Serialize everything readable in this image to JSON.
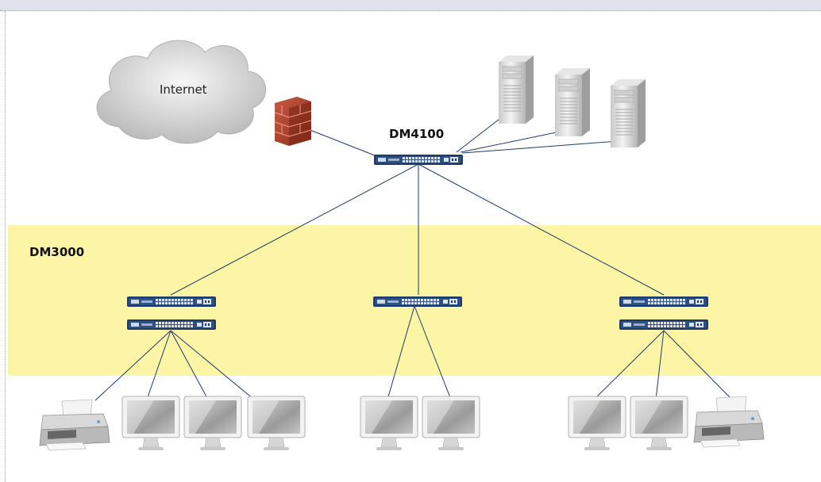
{
  "diagram": {
    "cloud_label": "Internet",
    "core_switch_label": "DM4100",
    "access_layer_label": "DM3000"
  },
  "colors": {
    "band": "#fdf5a6",
    "switch_body": "#1e3a68",
    "link": "#1e3a68",
    "firewall": "#b8412e",
    "cloud": "#d9d9d9"
  },
  "icons": [
    "cloud-icon",
    "firewall-icon",
    "server-icon",
    "switch-icon",
    "monitor-icon",
    "printer-icon"
  ]
}
